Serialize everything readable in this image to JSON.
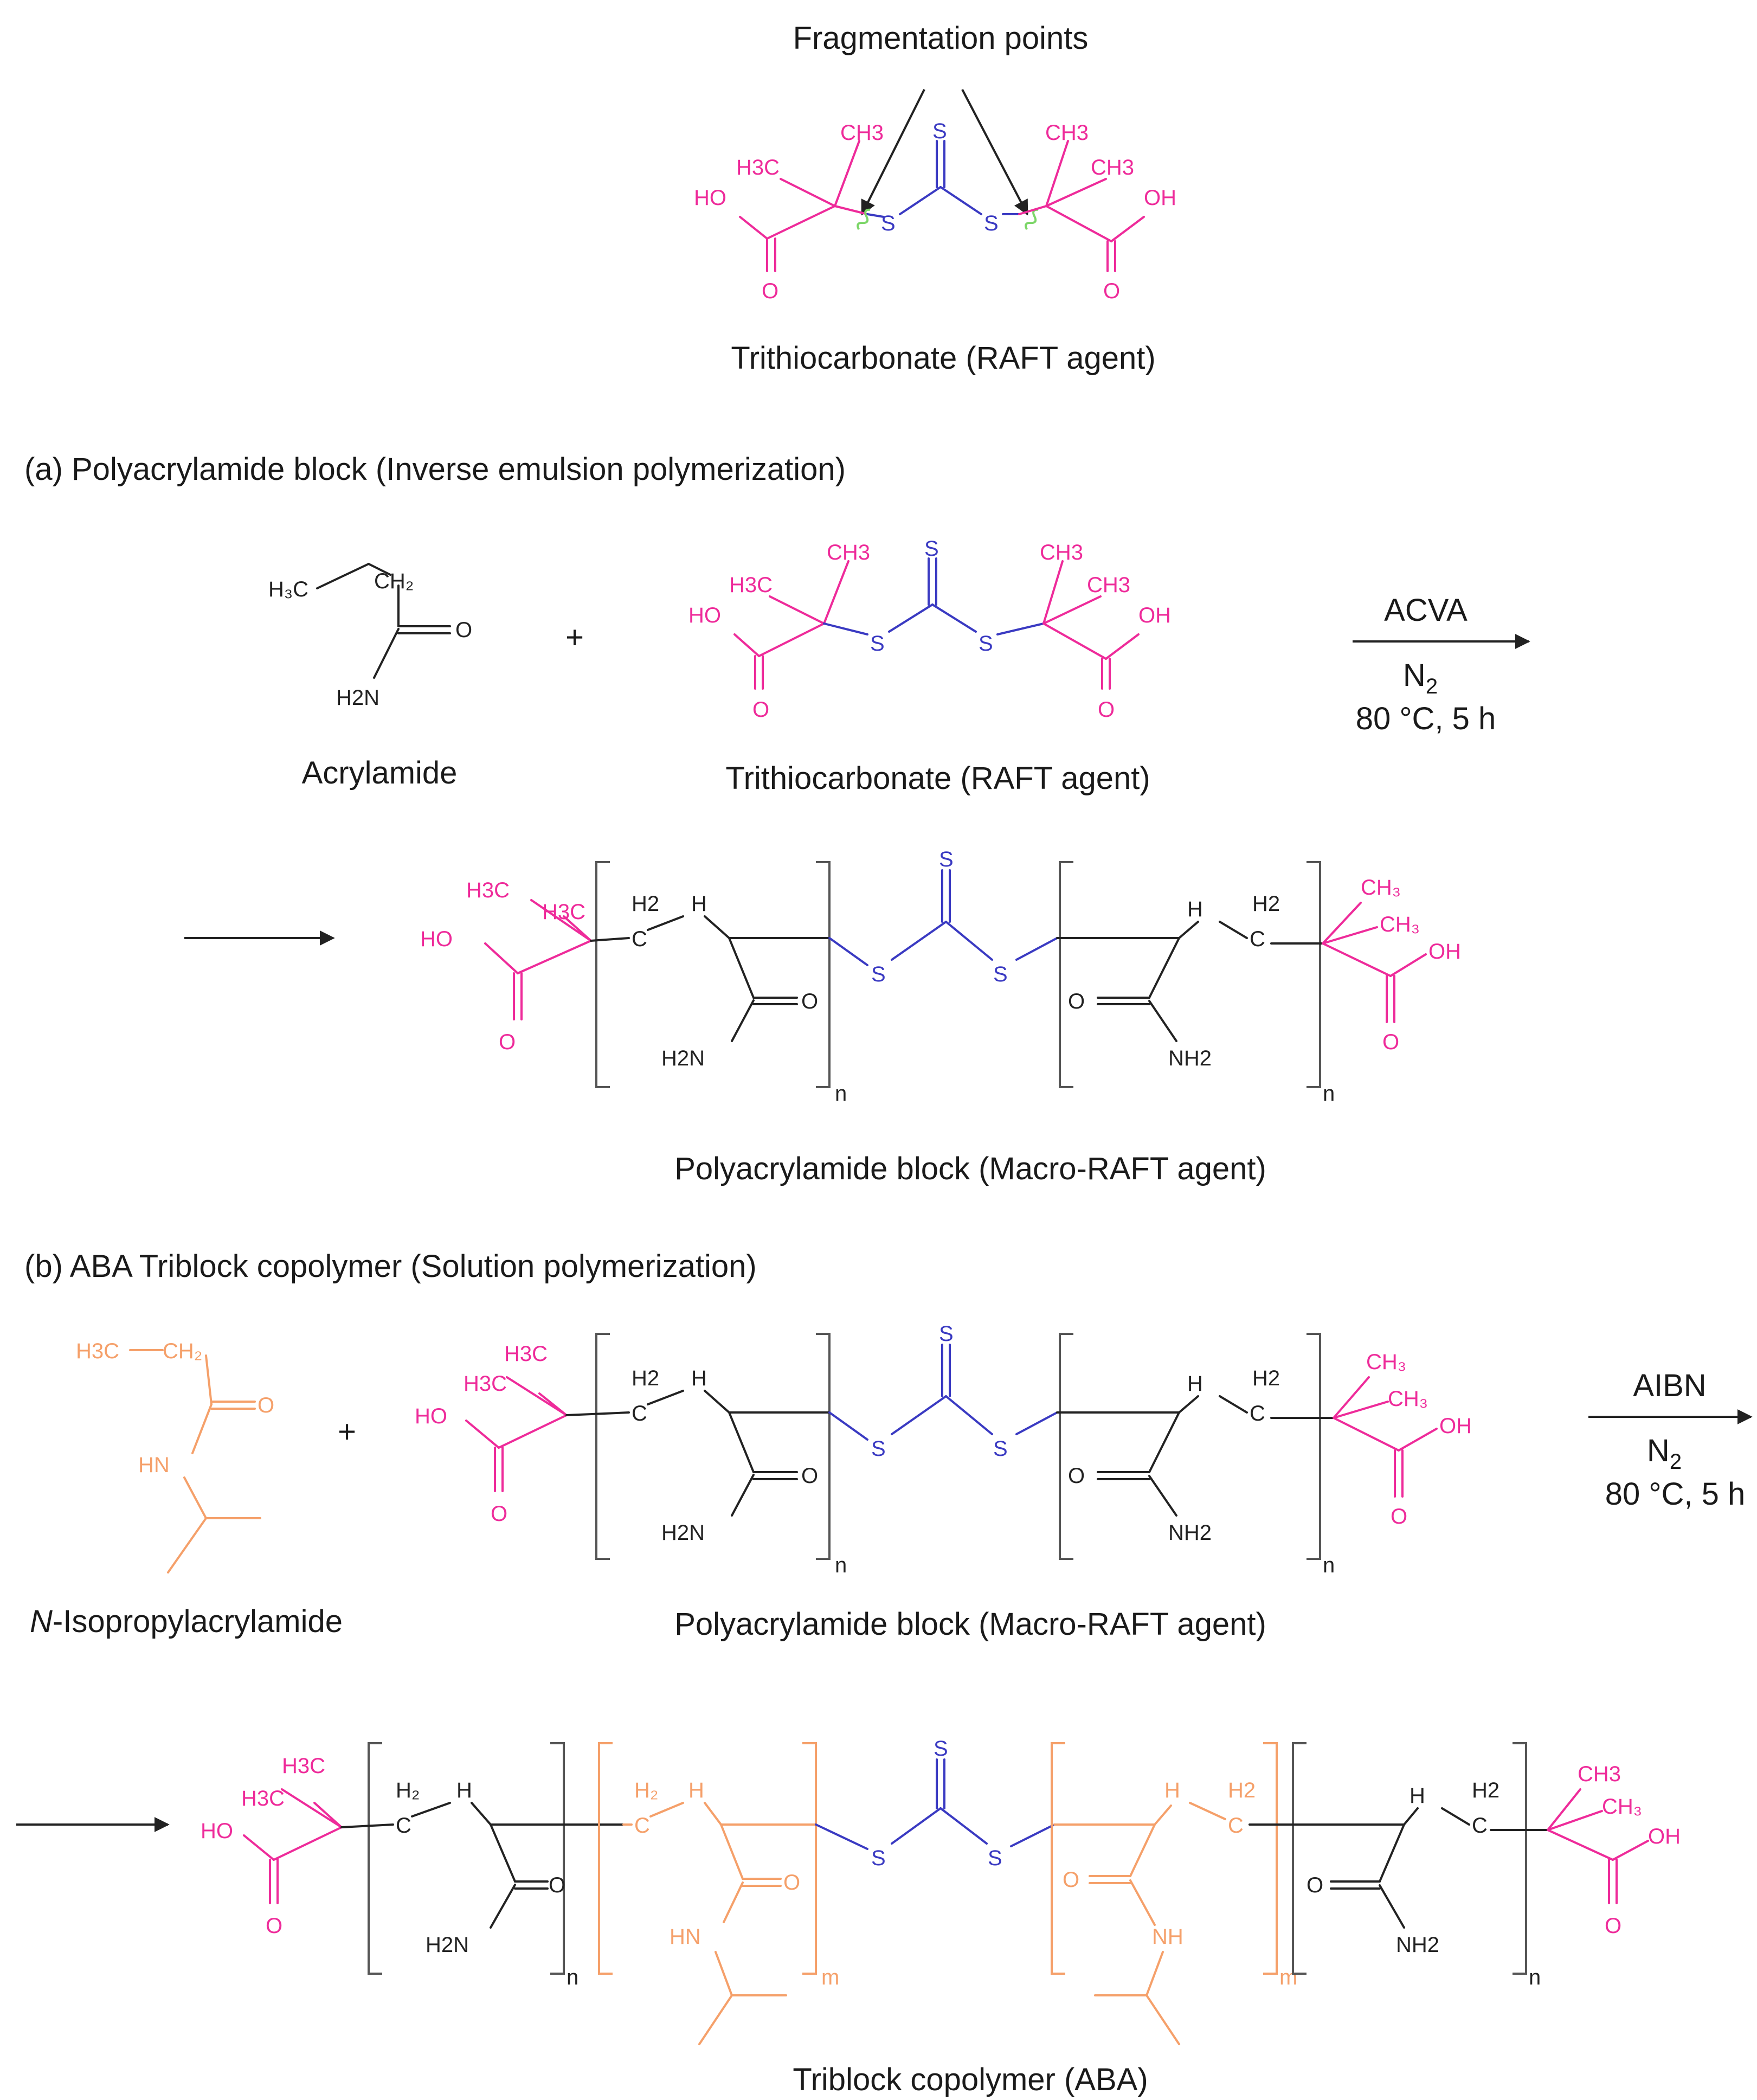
{
  "colors": {
    "pink": "#ee2b9a",
    "blue": "#3a3ac2",
    "black": "#222222",
    "orange": "#f5a06a",
    "green": "#7cd668"
  },
  "labels": {
    "fragmentation_points": "Fragmentation points",
    "trithiocarbonate_top": "Trithiocarbonate (RAFT agent)",
    "section_a": "(a) Polyacrylamide block (Inverse emulsion polymerization)",
    "acrylamide": "Acrylamide",
    "plus": "+",
    "trithiocarbonate_a": "Trithiocarbonate (RAFT agent)",
    "macro_raft_a": "Polyacrylamide block (Macro-RAFT agent)",
    "section_b": "(b) ABA Triblock copolymer (Solution polymerization)",
    "nipam_italic": "N",
    "nipam_rest": "-Isopropylacrylamide",
    "macro_raft_b": "Polyacrylamide block (Macro-RAFT agent)",
    "triblock": "Triblock copolymer (ABA)"
  },
  "conditions": {
    "a": {
      "reagent": "ACVA",
      "atmosphere": "N",
      "atmosphere_sub": "2",
      "temp_time": "80 °C, 5 h"
    },
    "b": {
      "reagent": "AIBN",
      "atmosphere": "N",
      "atmosphere_sub": "2",
      "temp_time": "80 °C, 5 h"
    }
  },
  "atoms": {
    "CH3": "CH3",
    "H3C": "H3C",
    "HO": "HO",
    "OH": "OH",
    "O": "O",
    "S": "S",
    "H2N": "H2N",
    "NH2": "NH2",
    "HN": "HN",
    "NH": "NH",
    "C": "C",
    "H": "H",
    "H2": "H2",
    "H3C_sub": "H₃C",
    "CH2_sub": "CH₂",
    "CH3_sub": "CH₃",
    "H2_sub": "H₂",
    "n": "n",
    "m": "m"
  }
}
